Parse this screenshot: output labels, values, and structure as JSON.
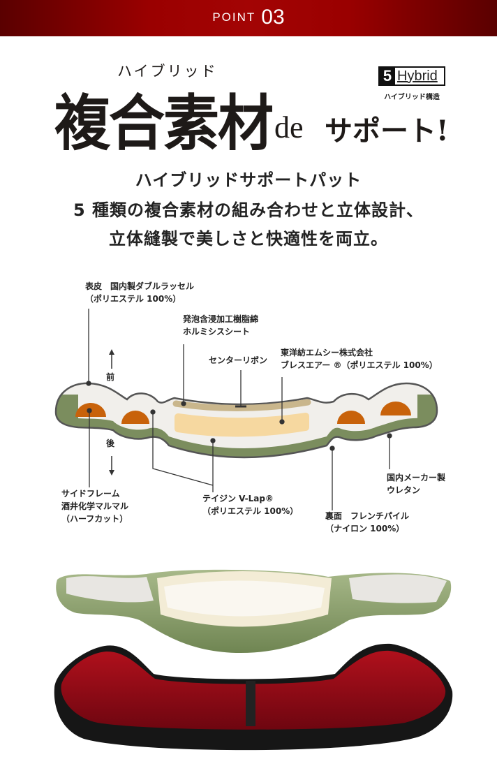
{
  "header": {
    "point_label": "POINT",
    "point_number": "03"
  },
  "headline": {
    "ruby": "ハイブリッド",
    "title": "複合素材",
    "de": "de",
    "support": "サポート!"
  },
  "badge": {
    "number": "5",
    "word": "Hybrid",
    "caption": "ハイブリッド構造"
  },
  "lead": [
    "ハイブリッドサポートパット",
    "5 種類の複合素材の組み合わせと立体設計、",
    "立体縫製で美しさと快適性を両立。"
  ],
  "diagram": {
    "front": "前",
    "back": "後",
    "skin": [
      "表皮　国内製ダブルラッセル",
      "（ポリエステル 100%）"
    ],
    "hormesis": [
      "発泡含浸加工樹脂綿",
      "ホルミシスシート"
    ],
    "center_ribbon": "センターリボン",
    "breathair": [
      "東洋紡エムシー株式会社",
      "ブレスエアー ®（ポリエステル 100%）"
    ],
    "urethane": [
      "国内メーカー製",
      "ウレタン"
    ],
    "side_frame": [
      "サイドフレーム",
      "酒井化学マルマル",
      "（ハーフカット）"
    ],
    "vlap": [
      "テイジン V-Lap®",
      "（ポリエステル 100%）"
    ],
    "back_side": [
      "裏面　フレンチパイル",
      "（ナイロン 100%）"
    ]
  },
  "colors": {
    "brand_red": "#9a0000",
    "foam_green": "#7b8d5e",
    "frame_orange": "#c8620a",
    "pad_cream": "#f6d8a0",
    "sheet_tan": "#c9b68c"
  }
}
